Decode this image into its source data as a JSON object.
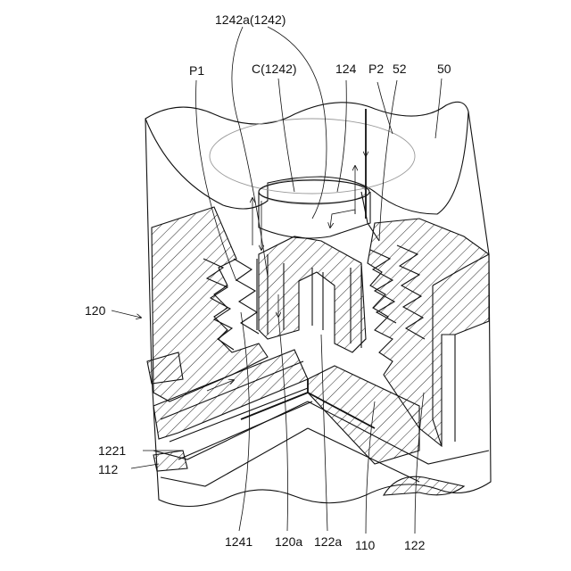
{
  "labels": {
    "l1242a": "1242a(1242)",
    "lC": "C(1242)",
    "lP1": "P1",
    "l124": "124",
    "lP2": "P2",
    "l52": "52",
    "l50": "50",
    "l120": "120",
    "l1221": "1221",
    "l112": "112",
    "l1241": "1241",
    "l120a": "120a",
    "l122a": "122a",
    "l110": "110",
    "l122": "122"
  }
}
